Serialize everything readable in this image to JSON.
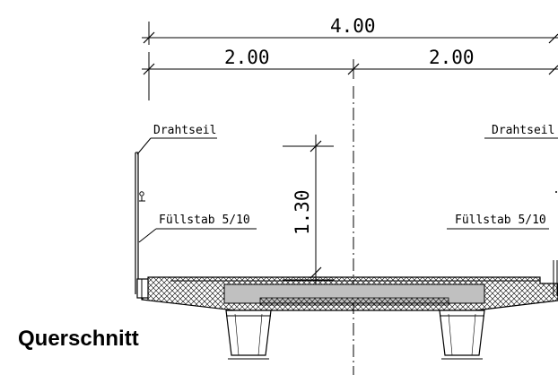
{
  "drawing": {
    "dim_total": "4.00",
    "dim_left": "2.00",
    "dim_right": "2.00",
    "dim_height": "1.30",
    "label_cable_left": "Drahtseil",
    "label_cable_right": "Drahtseil",
    "label_infill_left": "Füllstab 5/10",
    "label_infill_right": "Füllstab 5/10"
  },
  "title": "Querschnitt",
  "colors": {
    "line": "#000000",
    "concrete_fill": "#c0c0c0",
    "hatch": "#000000"
  }
}
